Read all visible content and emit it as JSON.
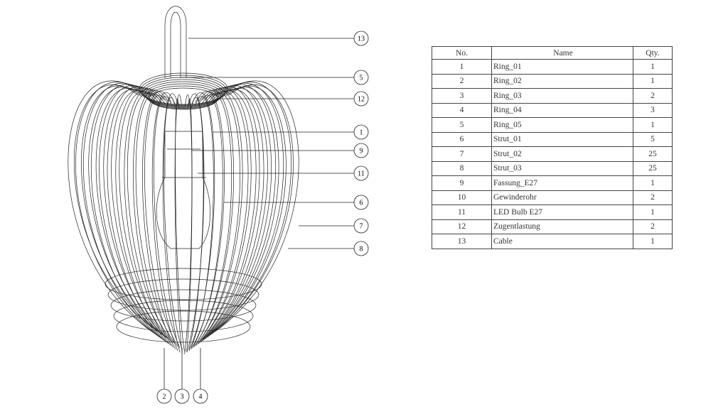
{
  "bom": {
    "headers": {
      "no": "No.",
      "name": "Name",
      "qty": "Qty."
    },
    "rows": [
      {
        "no": "1",
        "name": "Ring_01",
        "qty": "1"
      },
      {
        "no": "2",
        "name": "Ring_02",
        "qty": "1"
      },
      {
        "no": "3",
        "name": "Ring_03",
        "qty": "2"
      },
      {
        "no": "4",
        "name": "Ring_04",
        "qty": "3"
      },
      {
        "no": "5",
        "name": "Ring_05",
        "qty": "1"
      },
      {
        "no": "6",
        "name": "Strut_01",
        "qty": "5"
      },
      {
        "no": "7",
        "name": "Strut_02",
        "qty": "25"
      },
      {
        "no": "8",
        "name": "Strut_03",
        "qty": "25"
      },
      {
        "no": "9",
        "name": "Fassung_E27",
        "qty": "1"
      },
      {
        "no": "10",
        "name": "Gewinderohr",
        "qty": "2"
      },
      {
        "no": "11",
        "name": "LED Bulb E27",
        "qty": "1"
      },
      {
        "no": "12",
        "name": "Zugentlastung",
        "qty": "2"
      },
      {
        "no": "13",
        "name": "Cable",
        "qty": "1"
      }
    ]
  },
  "balloons": [
    "13",
    "5",
    "12",
    "1",
    "9",
    "11",
    "6",
    "7",
    "8",
    "2",
    "3",
    "4"
  ]
}
